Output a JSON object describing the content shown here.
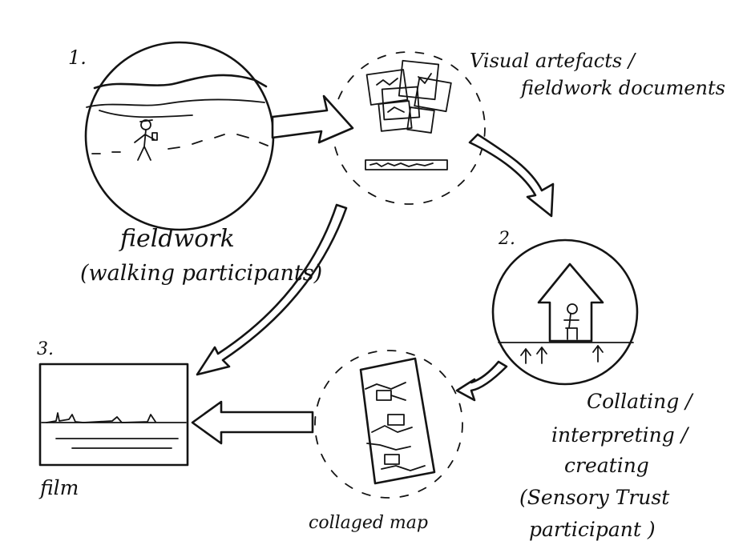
{
  "steps": {
    "one": "1.",
    "two": "2.",
    "three": "3."
  },
  "nodes": {
    "artefacts_line1": "Visual artefacts /",
    "artefacts_line2": "fieldwork documents",
    "fieldwork_line1": "fieldwork",
    "fieldwork_line2": "(walking participants)",
    "collating_line1": "Collating /",
    "collating_line2": "interpreting /",
    "collating_line3": "creating",
    "collating_line4": "(Sensory Trust",
    "collating_line5": "participant )",
    "map_label": "collaged map",
    "film_label": "film"
  },
  "colors": {
    "ink": "#141414",
    "paper": "#ffffff"
  }
}
